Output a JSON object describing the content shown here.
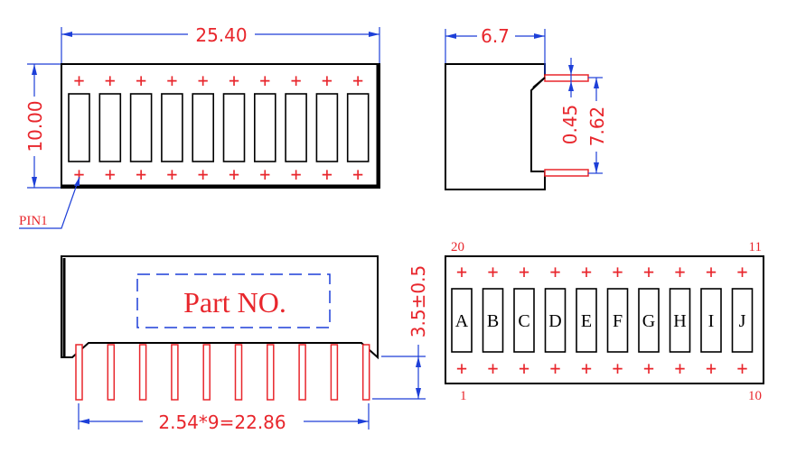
{
  "dimensions": {
    "width": "25.40",
    "height": "10.00",
    "depth": "6.7",
    "pin_width": "0.45",
    "pin_pitch_row": "7.62",
    "pin_height": "3.5±0.5",
    "pin_span": "2.54*9=22.86"
  },
  "labels": {
    "pin1": "PIN1",
    "part_no": "Part NO."
  },
  "pin_numbers": {
    "top_left": "20",
    "top_right": "11",
    "bottom_left": "1",
    "bottom_right": "10"
  },
  "segments": [
    "A",
    "B",
    "C",
    "D",
    "E",
    "F",
    "G",
    "H",
    "I",
    "J"
  ],
  "plus_symbol": "+",
  "colors": {
    "outline": "#000000",
    "dimension": "#e8262c",
    "leadline": "#1d3fd8"
  }
}
